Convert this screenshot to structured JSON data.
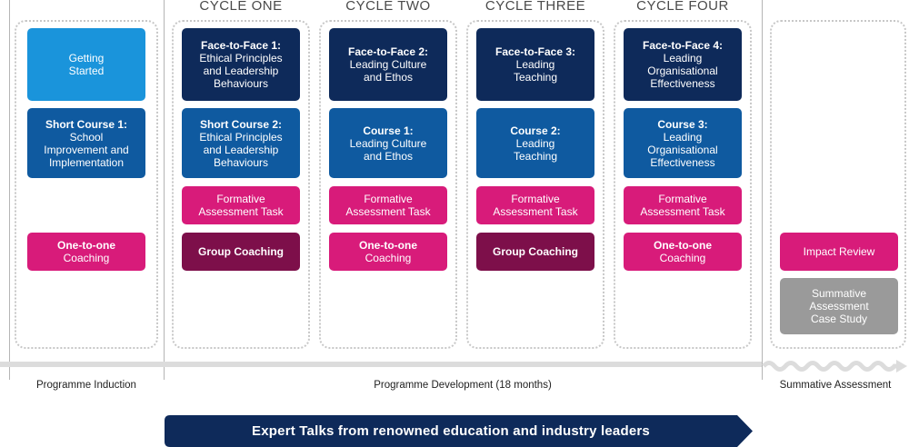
{
  "cycles": [
    {
      "title": "CYCLE ONE"
    },
    {
      "title": "CYCLE TWO"
    },
    {
      "title": "CYCLE THREE"
    },
    {
      "title": "CYCLE FOUR"
    }
  ],
  "induction": {
    "getting_started": [
      "Getting",
      "Started"
    ],
    "short_course_1": [
      "Short Course 1:",
      "School",
      "Improvement and",
      "Implementation"
    ],
    "coaching": [
      "One-to-one",
      "Coaching"
    ]
  },
  "cycle_one": {
    "face": [
      "Face-to-Face 1:",
      "Ethical Principles",
      "and Leadership",
      "Behaviours"
    ],
    "course": [
      "Short Course 2:",
      "Ethical Principles",
      "and Leadership",
      "Behaviours"
    ],
    "task": [
      "Formative",
      "Assessment Task"
    ],
    "coaching": [
      "Group Coaching"
    ]
  },
  "cycle_two": {
    "face": [
      "Face-to-Face 2:",
      "Leading Culture",
      "and Ethos"
    ],
    "course": [
      "Course 1:",
      "Leading Culture",
      "and Ethos"
    ],
    "task": [
      "Formative",
      "Assessment Task"
    ],
    "coaching": [
      "One-to-one",
      "Coaching"
    ]
  },
  "cycle_three": {
    "face": [
      "Face-to-Face 3:",
      "Leading",
      "Teaching"
    ],
    "course": [
      "Course 2:",
      "Leading",
      "Teaching"
    ],
    "task": [
      "Formative",
      "Assessment Task"
    ],
    "coaching": [
      "Group Coaching"
    ]
  },
  "cycle_four": {
    "face": [
      "Face-to-Face 4:",
      "Leading",
      "Organisational",
      "Effectiveness"
    ],
    "course": [
      "Course 3:",
      "Leading",
      "Organisational",
      "Effectiveness"
    ],
    "task": [
      "Formative",
      "Assessment Task"
    ],
    "coaching": [
      "One-to-one",
      "Coaching"
    ]
  },
  "summative": {
    "impact": [
      "Impact Review"
    ],
    "case_study": [
      "Summative",
      "Assessment",
      "Case Study"
    ]
  },
  "phases": {
    "induction": "Programme Induction",
    "development": "Programme Development (18 months)",
    "summative": "Summative Assessment"
  },
  "banner": "Expert Talks from renowned education and industry leaders",
  "colors": {
    "navy": "#0e2a5a",
    "blue": "#0f5aa0",
    "light_blue": "#1a94db",
    "pink": "#d81b7a",
    "maroon": "#7d0f4a",
    "grey": "#9a9a9a"
  }
}
